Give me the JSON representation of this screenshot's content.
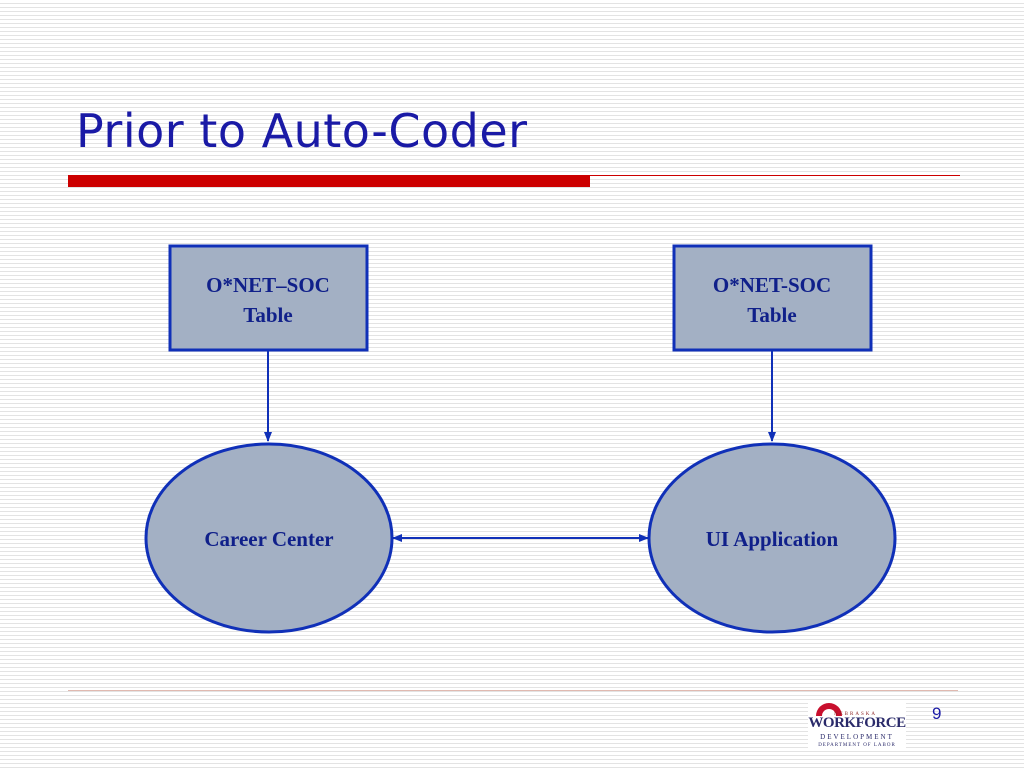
{
  "slide": {
    "title": "Prior to Auto-Coder",
    "page_number": "9"
  },
  "colors": {
    "title": "#1a1aa6",
    "accent_bar": "#cc0000",
    "node_fill": "#a3b0c4",
    "node_stroke": "#1030b8",
    "node_text": "#10208a"
  },
  "diagram": {
    "nodes": {
      "left_table": {
        "line1": "O*NET–SOC",
        "line2": "Table"
      },
      "right_table": {
        "line1": "O*NET-SOC",
        "line2": "Table"
      },
      "career_center": {
        "label": "Career Center"
      },
      "ui_application": {
        "label": "UI Application"
      }
    },
    "edges": [
      {
        "from": "left_table",
        "to": "career_center",
        "direction": "forward"
      },
      {
        "from": "right_table",
        "to": "ui_application",
        "direction": "forward"
      },
      {
        "from": "career_center",
        "to": "ui_application",
        "direction": "both"
      }
    ]
  },
  "logo": {
    "sub": "NEBRASKA",
    "main": "WORKFORCE",
    "dev": "DEVELOPMENT",
    "dept": "DEPARTMENT OF LABOR"
  }
}
